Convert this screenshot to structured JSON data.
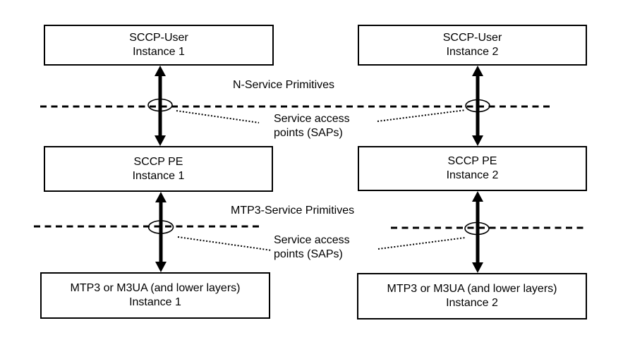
{
  "boxes": [
    {
      "id": "sccp-user-1",
      "line1": "SCCP-User",
      "line2": "Instance 1"
    },
    {
      "id": "sccp-user-2",
      "line1": "SCCP-User",
      "line2": "Instance 2"
    },
    {
      "id": "sccp-pe-1",
      "line1": "SCCP PE",
      "line2": "Instance 1"
    },
    {
      "id": "sccp-pe-2",
      "line1": "SCCP PE",
      "line2": "Instance 2"
    },
    {
      "id": "mtp3-1",
      "line1": "MTP3 or M3UA (and lower layers)",
      "line2": "Instance 1"
    },
    {
      "id": "mtp3-2",
      "line1": "MTP3 or M3UA (and lower layers)",
      "line2": "Instance 2"
    }
  ],
  "labels": {
    "n_service_primitives": "N-Service Primitives",
    "mtp3_service_primitives": "MTP3-Service Primitives",
    "sap_row1": {
      "line1": "Service access",
      "line2": "points (SAPs)"
    },
    "sap_row2": {
      "line1": "Service access",
      "line2": "points (SAPs)"
    }
  },
  "colors": {
    "foreground": "#000000",
    "background": "#ffffff",
    "box_fill": "#ffffff"
  }
}
